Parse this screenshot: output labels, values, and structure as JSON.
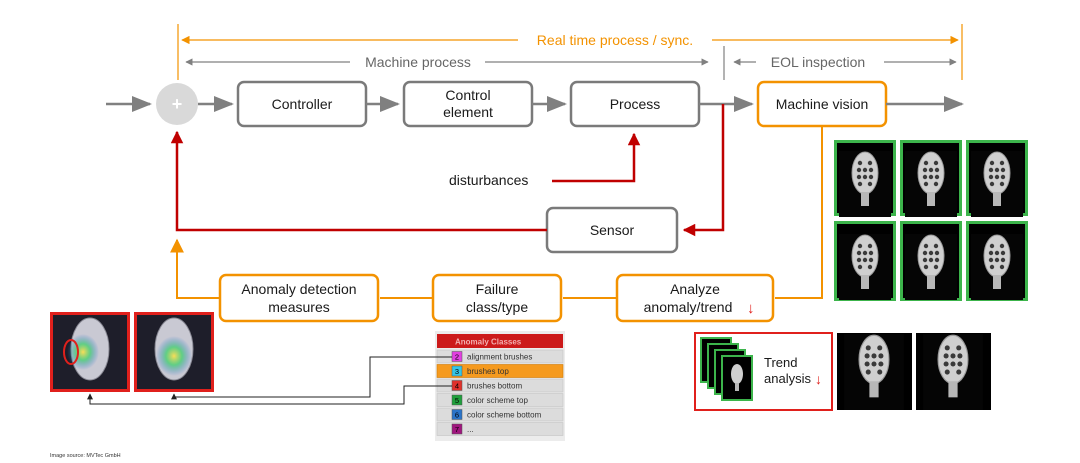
{
  "colors": {
    "orange": "#f39200",
    "red": "#c00000",
    "gray": "#808080",
    "green": "#3cb44b",
    "image_red": "#e0201c"
  },
  "header": {
    "realtime_label": "Real time process / sync.",
    "machine_process_label": "Machine process",
    "eol_label": "EOL inspection"
  },
  "loop": {
    "sum_symbol": "+",
    "controller": "Controller",
    "control_element_line1": "Control",
    "control_element_line2": "element",
    "process": "Process",
    "machine_vision": "Machine vision",
    "disturbances": "disturbances",
    "sensor": "Sensor"
  },
  "anomaly_chain": {
    "measures_line1": "Anomaly detection",
    "measures_line2": "measures",
    "failure_line1": "Failure",
    "failure_line2": "class/type",
    "analyze_line1": "Analyze",
    "analyze_line2": "anomaly/trend",
    "down_arrow": "↓"
  },
  "trend": {
    "line1": "Trend",
    "line2": "analysis",
    "down_arrow": "↓"
  },
  "anomaly_classes": {
    "title": "Anomaly Classes",
    "items": [
      {
        "num": "2",
        "label": "alignment brushes",
        "color": "#e23fe0",
        "selected": false
      },
      {
        "num": "3",
        "label": "brushes top",
        "color": "#34c6e8",
        "selected": true
      },
      {
        "num": "4",
        "label": "brushes bottom",
        "color": "#e0312b",
        "selected": false
      },
      {
        "num": "5",
        "label": "color scheme top",
        "color": "#1f9f3c",
        "selected": false
      },
      {
        "num": "6",
        "label": "color scheme bottom",
        "color": "#2a74c9",
        "selected": false
      },
      {
        "num": "7",
        "label": "...",
        "color": "#a0167e",
        "selected": false
      }
    ]
  },
  "footer": {
    "source": "Image source: MVTec GmbH"
  }
}
